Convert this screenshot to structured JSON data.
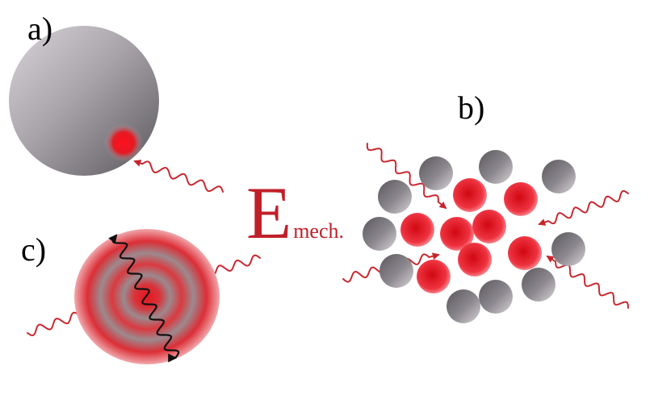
{
  "labels": {
    "a": "a)",
    "b": "b)",
    "c": "c)"
  },
  "energy": {
    "symbol": "E",
    "subscript": "mech."
  },
  "colors": {
    "gray_particle": "#7f7b80",
    "red_particle": "#e8101c",
    "photon": "#c8242c",
    "wave": "#111111",
    "text_red": "#c0202a"
  }
}
